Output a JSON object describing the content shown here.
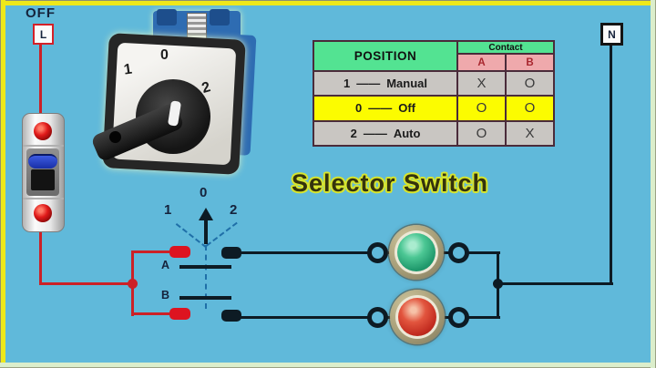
{
  "labels": {
    "off": "OFF",
    "line": "L",
    "neutral": "N"
  },
  "title": {
    "text": "Selector Switch"
  },
  "photo": {
    "positions": [
      "1",
      "0",
      "2"
    ]
  },
  "schematic": {
    "positions": [
      "1",
      "0",
      "2"
    ],
    "contacts": [
      "A",
      "B"
    ]
  },
  "table": {
    "position_header": "POSITION",
    "contact_header": "Contact",
    "columns": [
      "A",
      "B"
    ],
    "rows": [
      {
        "num": "1",
        "sep": "——",
        "name": "Manual",
        "a": "X",
        "b": "O"
      },
      {
        "num": "0",
        "sep": "——",
        "name": "Off",
        "a": "O",
        "b": "O"
      },
      {
        "num": "2",
        "sep": "——",
        "name": "Auto",
        "a": "O",
        "b": "X"
      }
    ]
  },
  "colors": {
    "background": "#60b9da",
    "frame_yellow": "#eee81a",
    "live_wire_red": "#cc2127",
    "neutral_wire_black": "#0d1b24",
    "dashed_position_blue": "#1f6fa8",
    "table_green": "#53e392",
    "table_pink": "#efa9ac",
    "table_gray": "#c9c6c2",
    "table_highlight_yellow": "#fcfc00",
    "lamp_green": "#219a6d",
    "lamp_red": "#c22c20",
    "title_glow": "#d7e52e"
  }
}
